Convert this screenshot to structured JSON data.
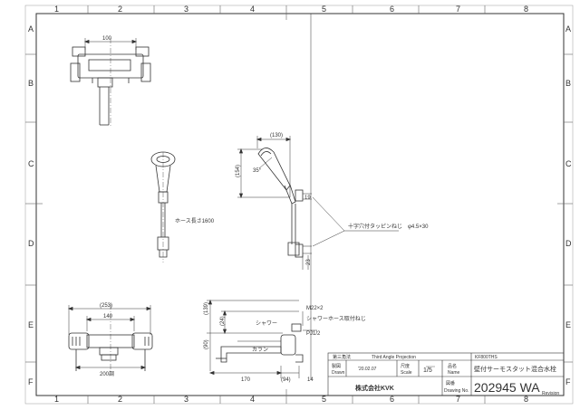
{
  "grid": {
    "columns": [
      "1",
      "2",
      "3",
      "4",
      "5",
      "6",
      "7",
      "8"
    ],
    "rows": [
      "A",
      "B",
      "C",
      "D",
      "E",
      "F"
    ]
  },
  "dimensions": {
    "top_width": "100",
    "hose_length": "ホース長さ1600",
    "width_total": "(253)",
    "width_center": "140",
    "spacing": "200調",
    "head_width": "(130)",
    "head_height": "(154)",
    "head_angle": "35°",
    "v_139": "(139)",
    "v_24": "(24)",
    "v_90": "(90)",
    "len_170": "170",
    "len_94": "(94)",
    "len_14": "14",
    "d_23": "23",
    "d_19": "19",
    "screw_note": "十字穴付タッピンねじ　φ4.5×30",
    "m22": "M22×2",
    "shower_label": "シャワー",
    "shower_hose_label": "シャワーホース取付ねじ",
    "pj": "PJ1/2",
    "karan_label": "カラン"
  },
  "title_block": {
    "projection_jp": "第三角法",
    "projection_en": "Third Angle Projection",
    "drawn_jp": "製図",
    "drawn_en": "Drawn",
    "date": "'20.02.07",
    "scale_jp": "尺度",
    "scale_en": "Scale",
    "scale_value": "1/5",
    "name_jp": "品名",
    "name_en": "Name",
    "model": "KF800THS",
    "product_name": "壁付サーモスタット混合水栓",
    "company": "株式会社KVK",
    "drawing_no_jp": "図番",
    "drawing_no_en": "Drawing No.",
    "drawing_no": "202945 WA",
    "revision": "Revision"
  }
}
